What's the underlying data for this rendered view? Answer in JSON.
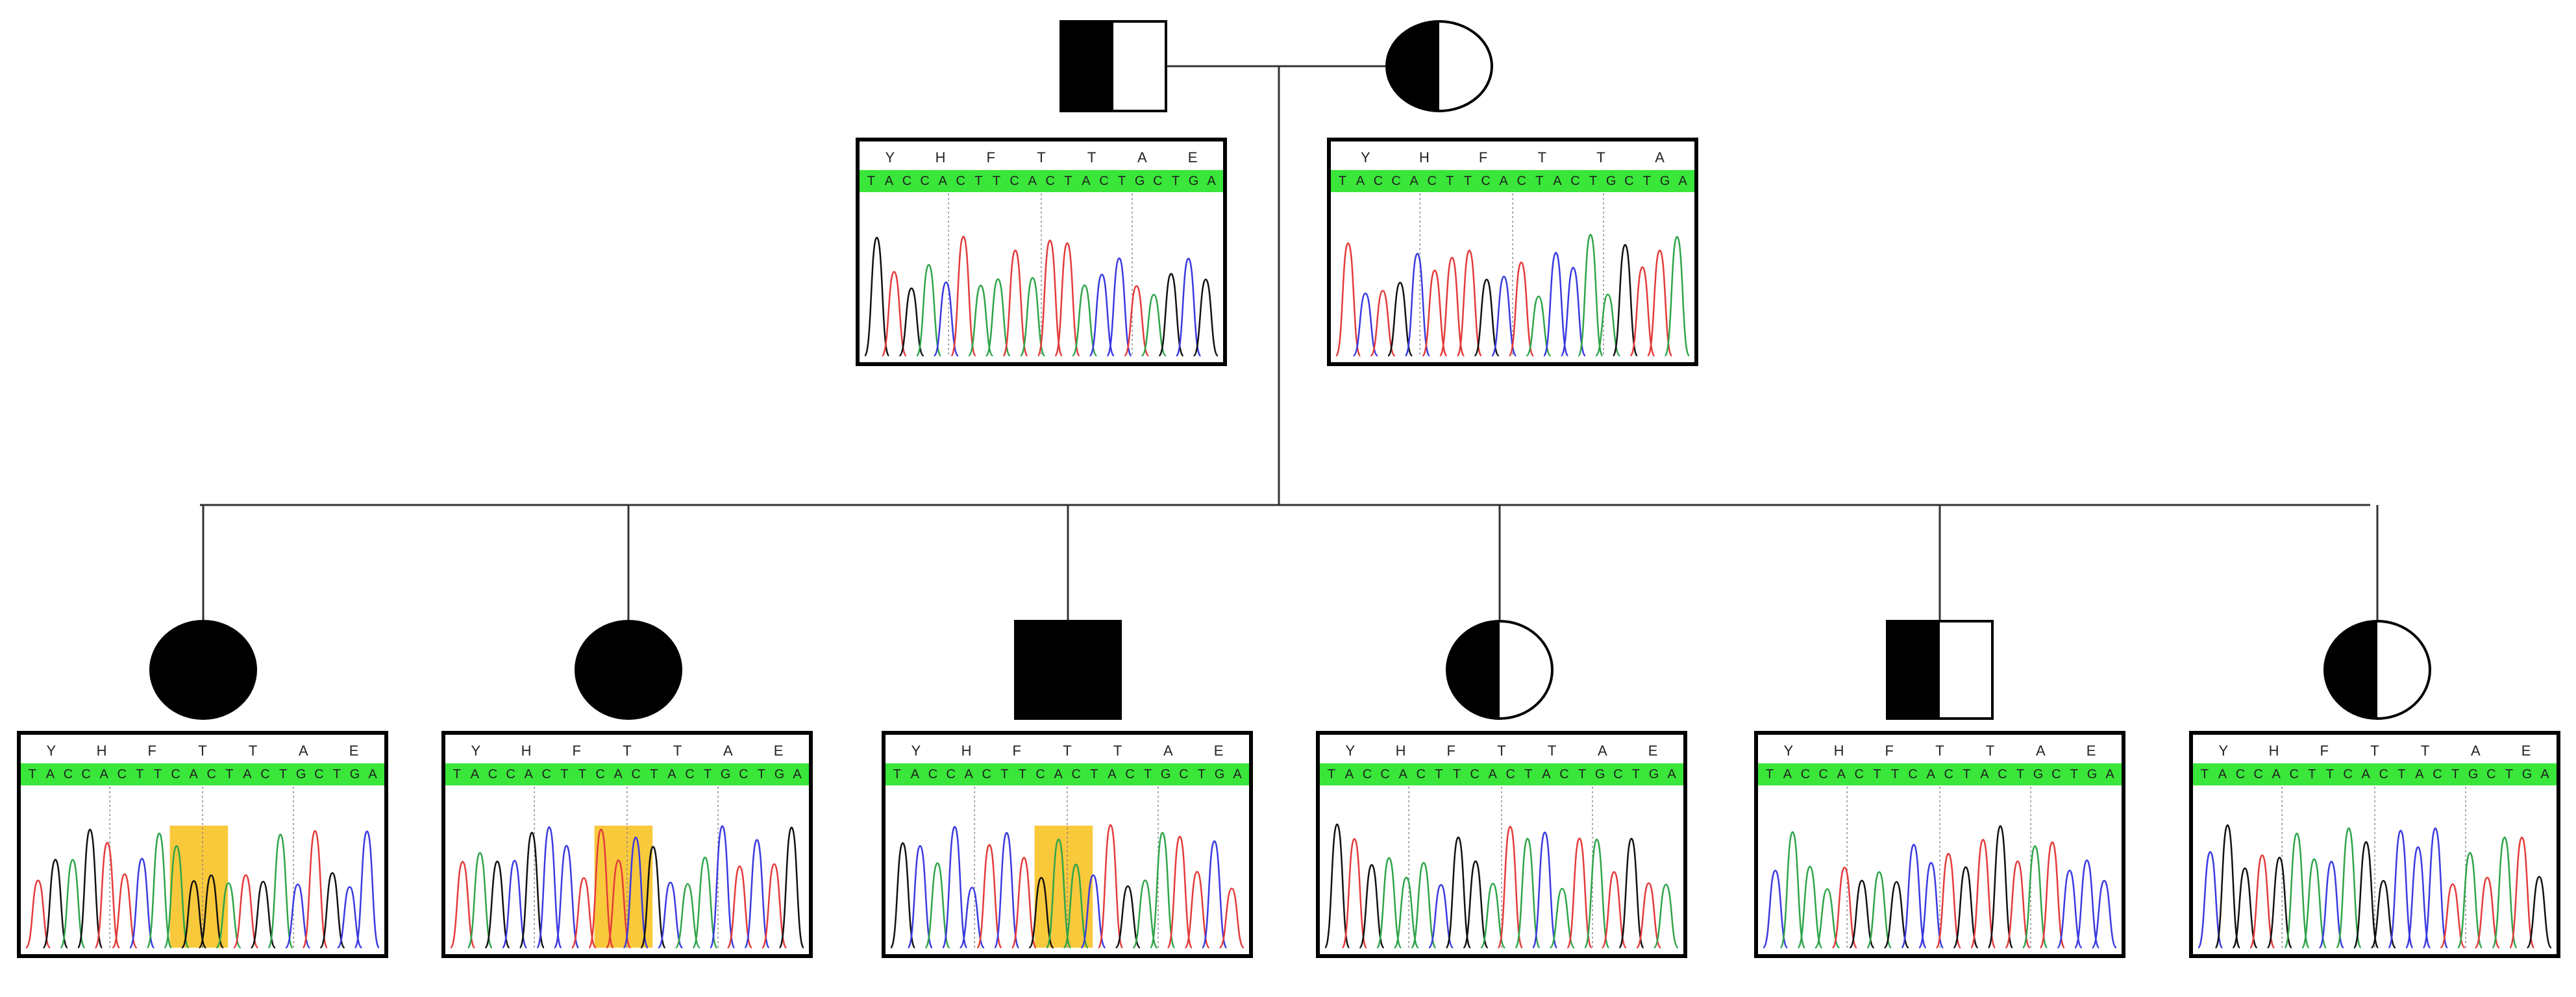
{
  "colors": {
    "affected": "#000000",
    "unaffected": "#ffffff",
    "sequence_bar": "#39e639",
    "deletion_highlight": "#f9c93c",
    "trace_colors": [
      "#e43b3b",
      "#2fa54a",
      "#3a3ae0",
      "#111111"
    ]
  },
  "pedigree": {
    "parents": [
      {
        "id": "father",
        "sex": "male",
        "status": "carrier",
        "aa": [
          "Y",
          "H",
          "F",
          "T",
          "T",
          "A",
          "E"
        ],
        "nt": [
          "T",
          "A",
          "C",
          "C",
          "A",
          "C",
          "T",
          "T",
          "C",
          "A",
          "C",
          "T",
          "A",
          "C",
          "T",
          "G",
          "C",
          "T",
          "G",
          "A"
        ],
        "deletion": false
      },
      {
        "id": "mother",
        "sex": "female",
        "status": "carrier",
        "aa": [
          "Y",
          "H",
          "F",
          "T",
          "T",
          "A"
        ],
        "nt": [
          "T",
          "A",
          "C",
          "C",
          "A",
          "C",
          "T",
          "T",
          "C",
          "A",
          "C",
          "T",
          "A",
          "C",
          "T",
          "G",
          "C",
          "T",
          "G",
          "A"
        ],
        "deletion": false
      }
    ],
    "children": [
      {
        "id": "child-1",
        "sex": "female",
        "status": "affected",
        "aa": [
          "Y",
          "H",
          "F",
          "T",
          "T",
          "A",
          "E"
        ],
        "nt": [
          "T",
          "A",
          "C",
          "C",
          "A",
          "C",
          "T",
          "T",
          "C",
          "A",
          "C",
          "T",
          "A",
          "C",
          "T",
          "G",
          "C",
          "T",
          "G",
          "A"
        ],
        "deletion": true
      },
      {
        "id": "child-2",
        "sex": "female",
        "status": "affected",
        "aa": [
          "Y",
          "H",
          "F",
          "T",
          "T",
          "A",
          "E"
        ],
        "nt": [
          "T",
          "A",
          "C",
          "C",
          "A",
          "C",
          "T",
          "T",
          "C",
          "A",
          "C",
          "T",
          "A",
          "C",
          "T",
          "G",
          "C",
          "T",
          "G",
          "A"
        ],
        "deletion": true
      },
      {
        "id": "child-3",
        "sex": "male",
        "status": "affected",
        "aa": [
          "Y",
          "H",
          "F",
          "T",
          "T",
          "A",
          "E"
        ],
        "nt": [
          "T",
          "A",
          "C",
          "C",
          "A",
          "C",
          "T",
          "T",
          "C",
          "A",
          "C",
          "T",
          "A",
          "C",
          "T",
          "G",
          "C",
          "T",
          "G",
          "A"
        ],
        "deletion": true
      },
      {
        "id": "child-4",
        "sex": "female",
        "status": "carrier",
        "aa": [
          "Y",
          "H",
          "F",
          "T",
          "T",
          "A",
          "E"
        ],
        "nt": [
          "T",
          "A",
          "C",
          "C",
          "A",
          "C",
          "T",
          "T",
          "C",
          "A",
          "C",
          "T",
          "A",
          "C",
          "T",
          "G",
          "C",
          "T",
          "G",
          "A"
        ],
        "deletion": false
      },
      {
        "id": "child-5",
        "sex": "male",
        "status": "carrier",
        "aa": [
          "Y",
          "H",
          "F",
          "T",
          "T",
          "A",
          "E"
        ],
        "nt": [
          "T",
          "A",
          "C",
          "C",
          "A",
          "C",
          "T",
          "T",
          "C",
          "A",
          "C",
          "T",
          "A",
          "C",
          "T",
          "G",
          "C",
          "T",
          "G",
          "A"
        ],
        "deletion": false
      },
      {
        "id": "child-6",
        "sex": "female",
        "status": "carrier",
        "aa": [
          "Y",
          "H",
          "F",
          "T",
          "T",
          "A",
          "E"
        ],
        "nt": [
          "T",
          "A",
          "C",
          "C",
          "A",
          "C",
          "T",
          "T",
          "C",
          "A",
          "C",
          "T",
          "A",
          "C",
          "T",
          "G",
          "C",
          "T",
          "G",
          "A"
        ],
        "deletion": false
      }
    ]
  }
}
